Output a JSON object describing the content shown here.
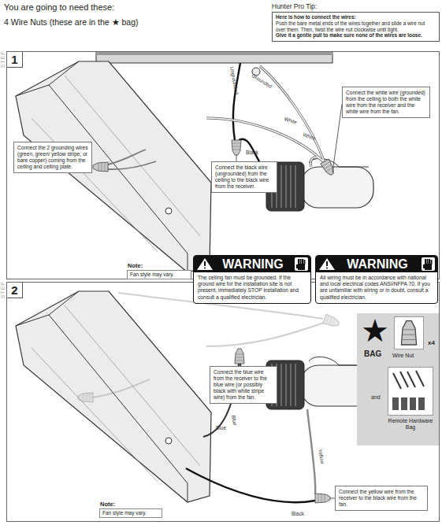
{
  "diagram": {
    "title": "You are going to need these:",
    "nodes": [
      {
        "text": [
          "Hunter Pro Tip:",
          "Here is how to connect the wires:",
          "Push the bare metal ends of the wires together and slide a wire nut over them. Then, twist the wire nut clockwise until tight.",
          "Give it a gentle pull to make sure none of the wires are loose."
        ]
      },
      {
        "text": [
          "1"
        ]
      },
      {
        "text": [
          "Connect the white wire (grounded) from the ceiling to both the white wire from the receiver and the white wire from the fan."
        ],
        "in": 1
      },
      {
        "text": [
          "Connect the 2 grounding wires (green, green/ yellow stripe, or bare copper) coming from the ceiling and ceiling plate."
        ],
        "in": 1
      },
      {
        "text": [
          "Connect the black wire (ungrounded) from the ceiling to the black wire from the receiver."
        ],
        "in": 1
      },
      {
        "text": [
          "Note:",
          "Fan style may vary."
        ],
        "in": 1
      },
      {
        "text": [
          "WARNING",
          "The ceiling fan must be grounded. If the ground wire for the installation site is not present, immediately STOP installation and consult a qualified electrician."
        ]
      },
      {
        "text": [
          "WARNING",
          "All wiring must be in accordance with national and local electrical codes ANSI/NFPA 70. If you are unfamiliar with wiring or in doubt, consult a qualified electrician."
        ]
      },
      {
        "text": [
          "2"
        ]
      },
      {
        "text": [
          "★",
          "BAG",
          "and"
        ],
        "in": 8
      },
      {
        "text": [
          "Wire Nut",
          "x4"
        ],
        "in": 9
      },
      {
        "text": [
          "Remote Hardware Bag"
        ],
        "in": 9
      },
      {
        "text": [
          "Connect the blue wire from the receiver to the blue wire (or possibly black with white stripe wire) from the fan."
        ],
        "in": 8
      },
      {
        "text": [
          "Connect the yellow wire from the receiver to the black wire from the fan."
        ],
        "in": 8
      },
      {
        "text": [
          "Note:",
          "Fan style may vary."
        ],
        "in": 8
      }
    ],
    "labels": [
      "4 Wire Nuts (these are in the ★ bag)",
      "STEP",
      "Ungrounded",
      "Grounded",
      "White",
      "White",
      "Black",
      "STEP",
      "Blue",
      "Blue",
      "Yellow",
      "Black"
    ]
  }
}
